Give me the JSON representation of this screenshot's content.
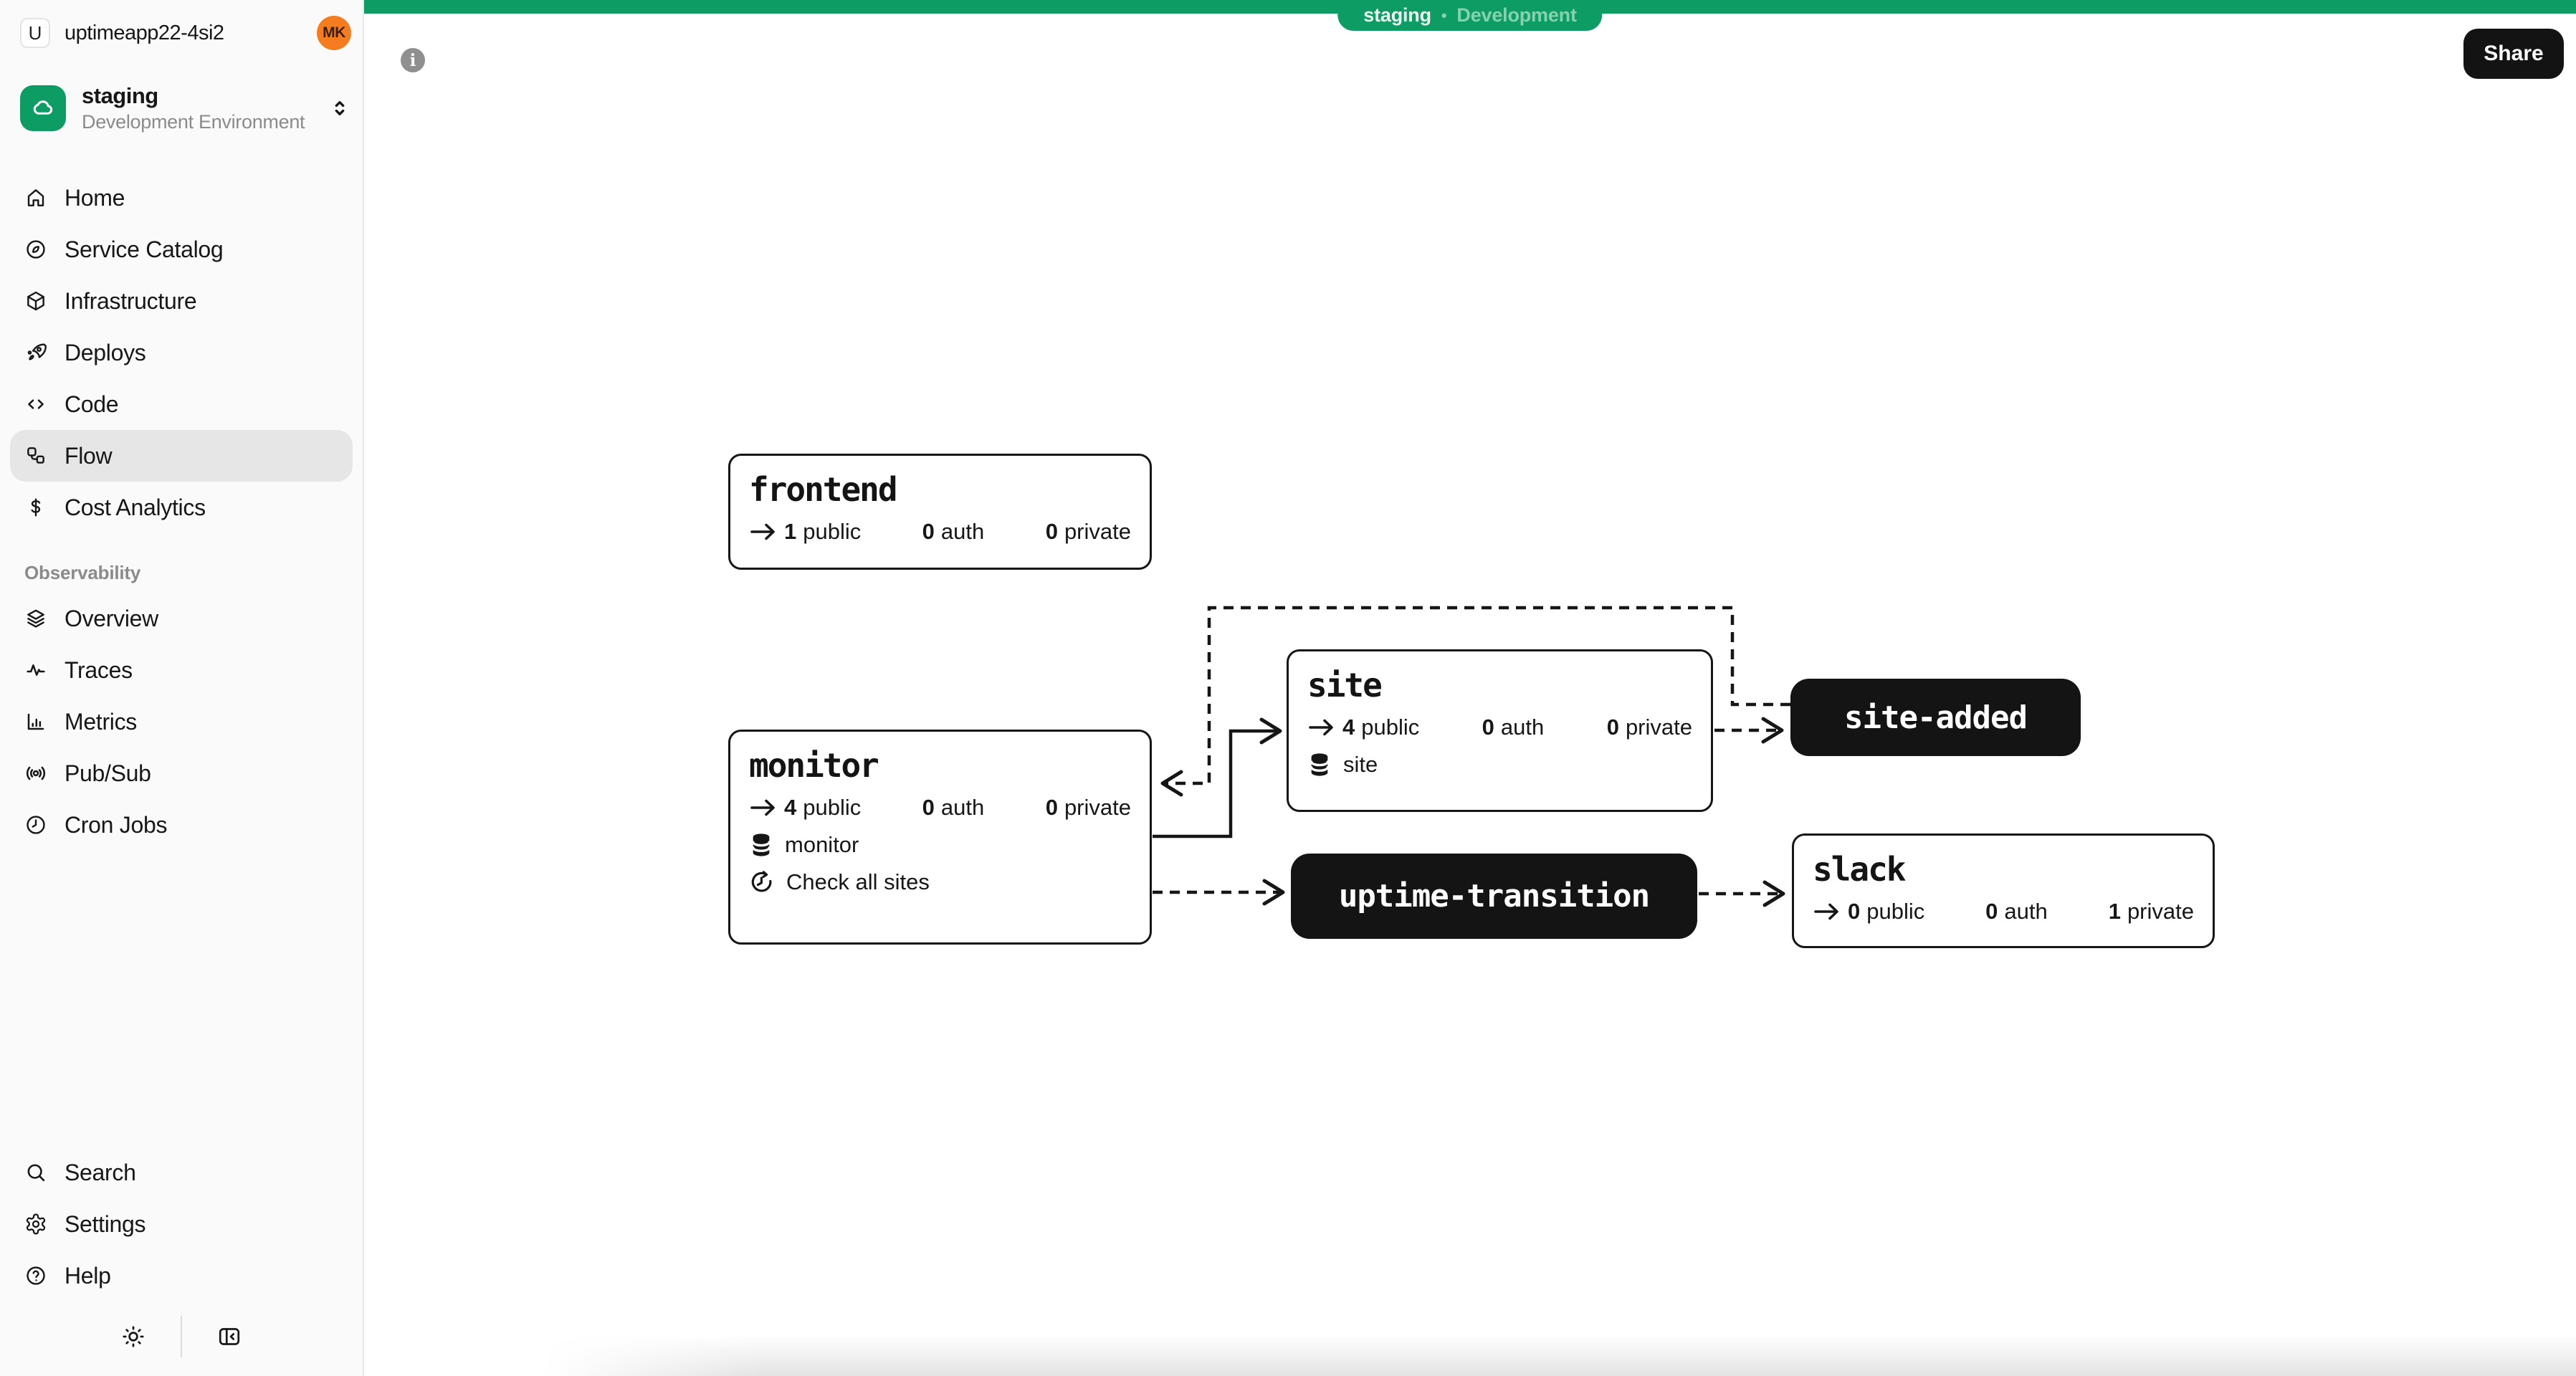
{
  "app": {
    "logo_letter": "U",
    "name": "uptimeapp22-4si2",
    "avatar_initials": "MK"
  },
  "environment": {
    "name": "staging",
    "type": "Development Environment"
  },
  "top_banner": {
    "env": "staging",
    "separator": "•",
    "type": "Development"
  },
  "toolbar": {
    "share": "Share",
    "info": "i"
  },
  "sidebar": {
    "nav": [
      {
        "label": "Home"
      },
      {
        "label": "Service Catalog"
      },
      {
        "label": "Infrastructure"
      },
      {
        "label": "Deploys"
      },
      {
        "label": "Code"
      },
      {
        "label": "Flow"
      },
      {
        "label": "Cost Analytics"
      }
    ],
    "section": "Observability",
    "observability": [
      {
        "label": "Overview"
      },
      {
        "label": "Traces"
      },
      {
        "label": "Metrics"
      },
      {
        "label": "Pub/Sub"
      },
      {
        "label": "Cron Jobs"
      }
    ],
    "footer": [
      {
        "label": "Search"
      },
      {
        "label": "Settings"
      },
      {
        "label": "Help"
      }
    ]
  },
  "flow": {
    "labels": {
      "public": "public",
      "auth": "auth",
      "private": "private"
    },
    "services": [
      {
        "name": "frontend",
        "public": "1",
        "auth": "0",
        "private": "0"
      },
      {
        "name": "monitor",
        "public": "4",
        "auth": "0",
        "private": "0",
        "database": "monitor",
        "cron": "Check all sites"
      },
      {
        "name": "site",
        "public": "4",
        "auth": "0",
        "private": "0",
        "database": "site"
      },
      {
        "name": "slack",
        "public": "0",
        "auth": "0",
        "private": "1"
      }
    ],
    "topics": [
      {
        "name": "site-added"
      },
      {
        "name": "uptime-transition"
      }
    ]
  },
  "colors": {
    "green": "#0d9c63",
    "orange": "#f57c1f",
    "ink": "#141414",
    "badge_text": "#eaf7f0",
    "badge_dim": "#84d3ac"
  }
}
